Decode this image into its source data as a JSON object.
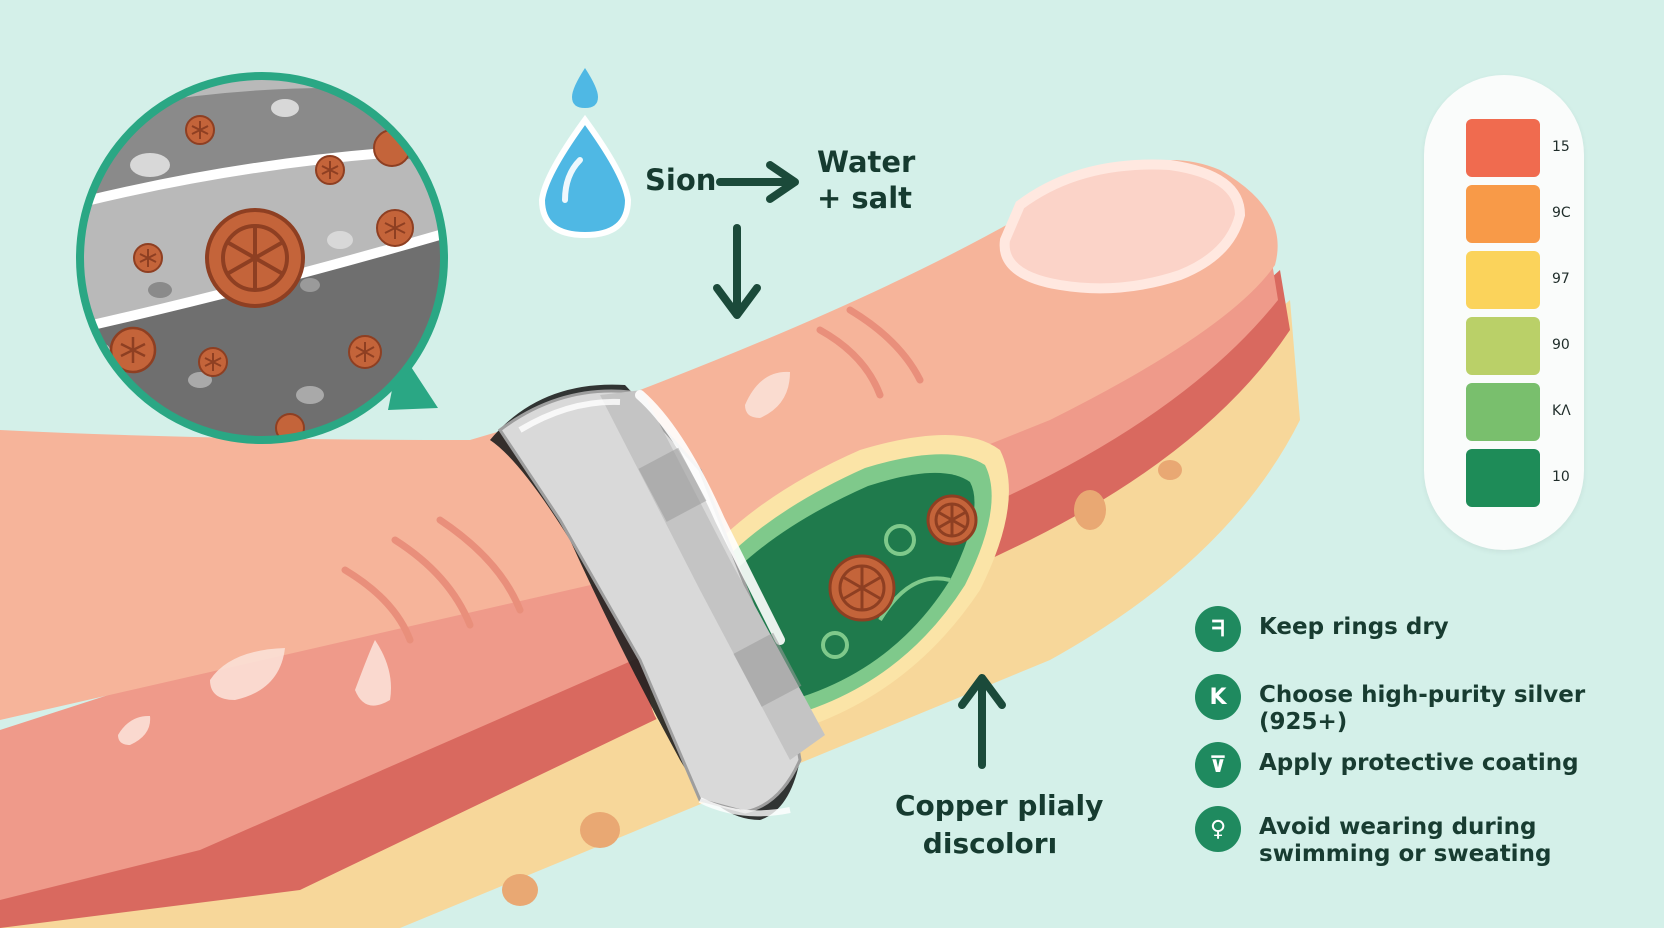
{
  "labels": {
    "sion": "Sion",
    "water_line1": "Water",
    "water_line2": "+ salt",
    "copper_line1": "Copper plialy",
    "copper_line2": "discolorı"
  },
  "scale": [
    {
      "label": "15",
      "color": "#f06b4f"
    },
    {
      "label": "9C",
      "color": "#f89a48"
    },
    {
      "label": "97",
      "color": "#fbd35b"
    },
    {
      "label": "90",
      "color": "#bad068"
    },
    {
      "label": "ΚΛ",
      "color": "#79bf6d"
    },
    {
      "label": "10",
      "color": "#1e8c58"
    }
  ],
  "tips": [
    {
      "icon": "ᖷ",
      "icon_name": "ring-dry-icon",
      "text": "Keep rings dry"
    },
    {
      "icon": "K",
      "icon_name": "silver-purity-icon",
      "text": "Choose high-purity silver (925+)"
    },
    {
      "icon": "⊽",
      "icon_name": "coating-icon",
      "text": "Apply protective coating"
    },
    {
      "icon": "♀",
      "icon_name": "avoid-swim-icon",
      "text": "Avoid wearing during swimming or sweating"
    }
  ],
  "colors": {
    "background": "#d4f0e9",
    "skin": "#f6b49a",
    "ring": "#c9c9c9",
    "corrosion_green": "#1f7a4c",
    "copper_particle": "#c4643a",
    "arrow": "#1b4a3a",
    "accent": "#1f8a5f"
  }
}
